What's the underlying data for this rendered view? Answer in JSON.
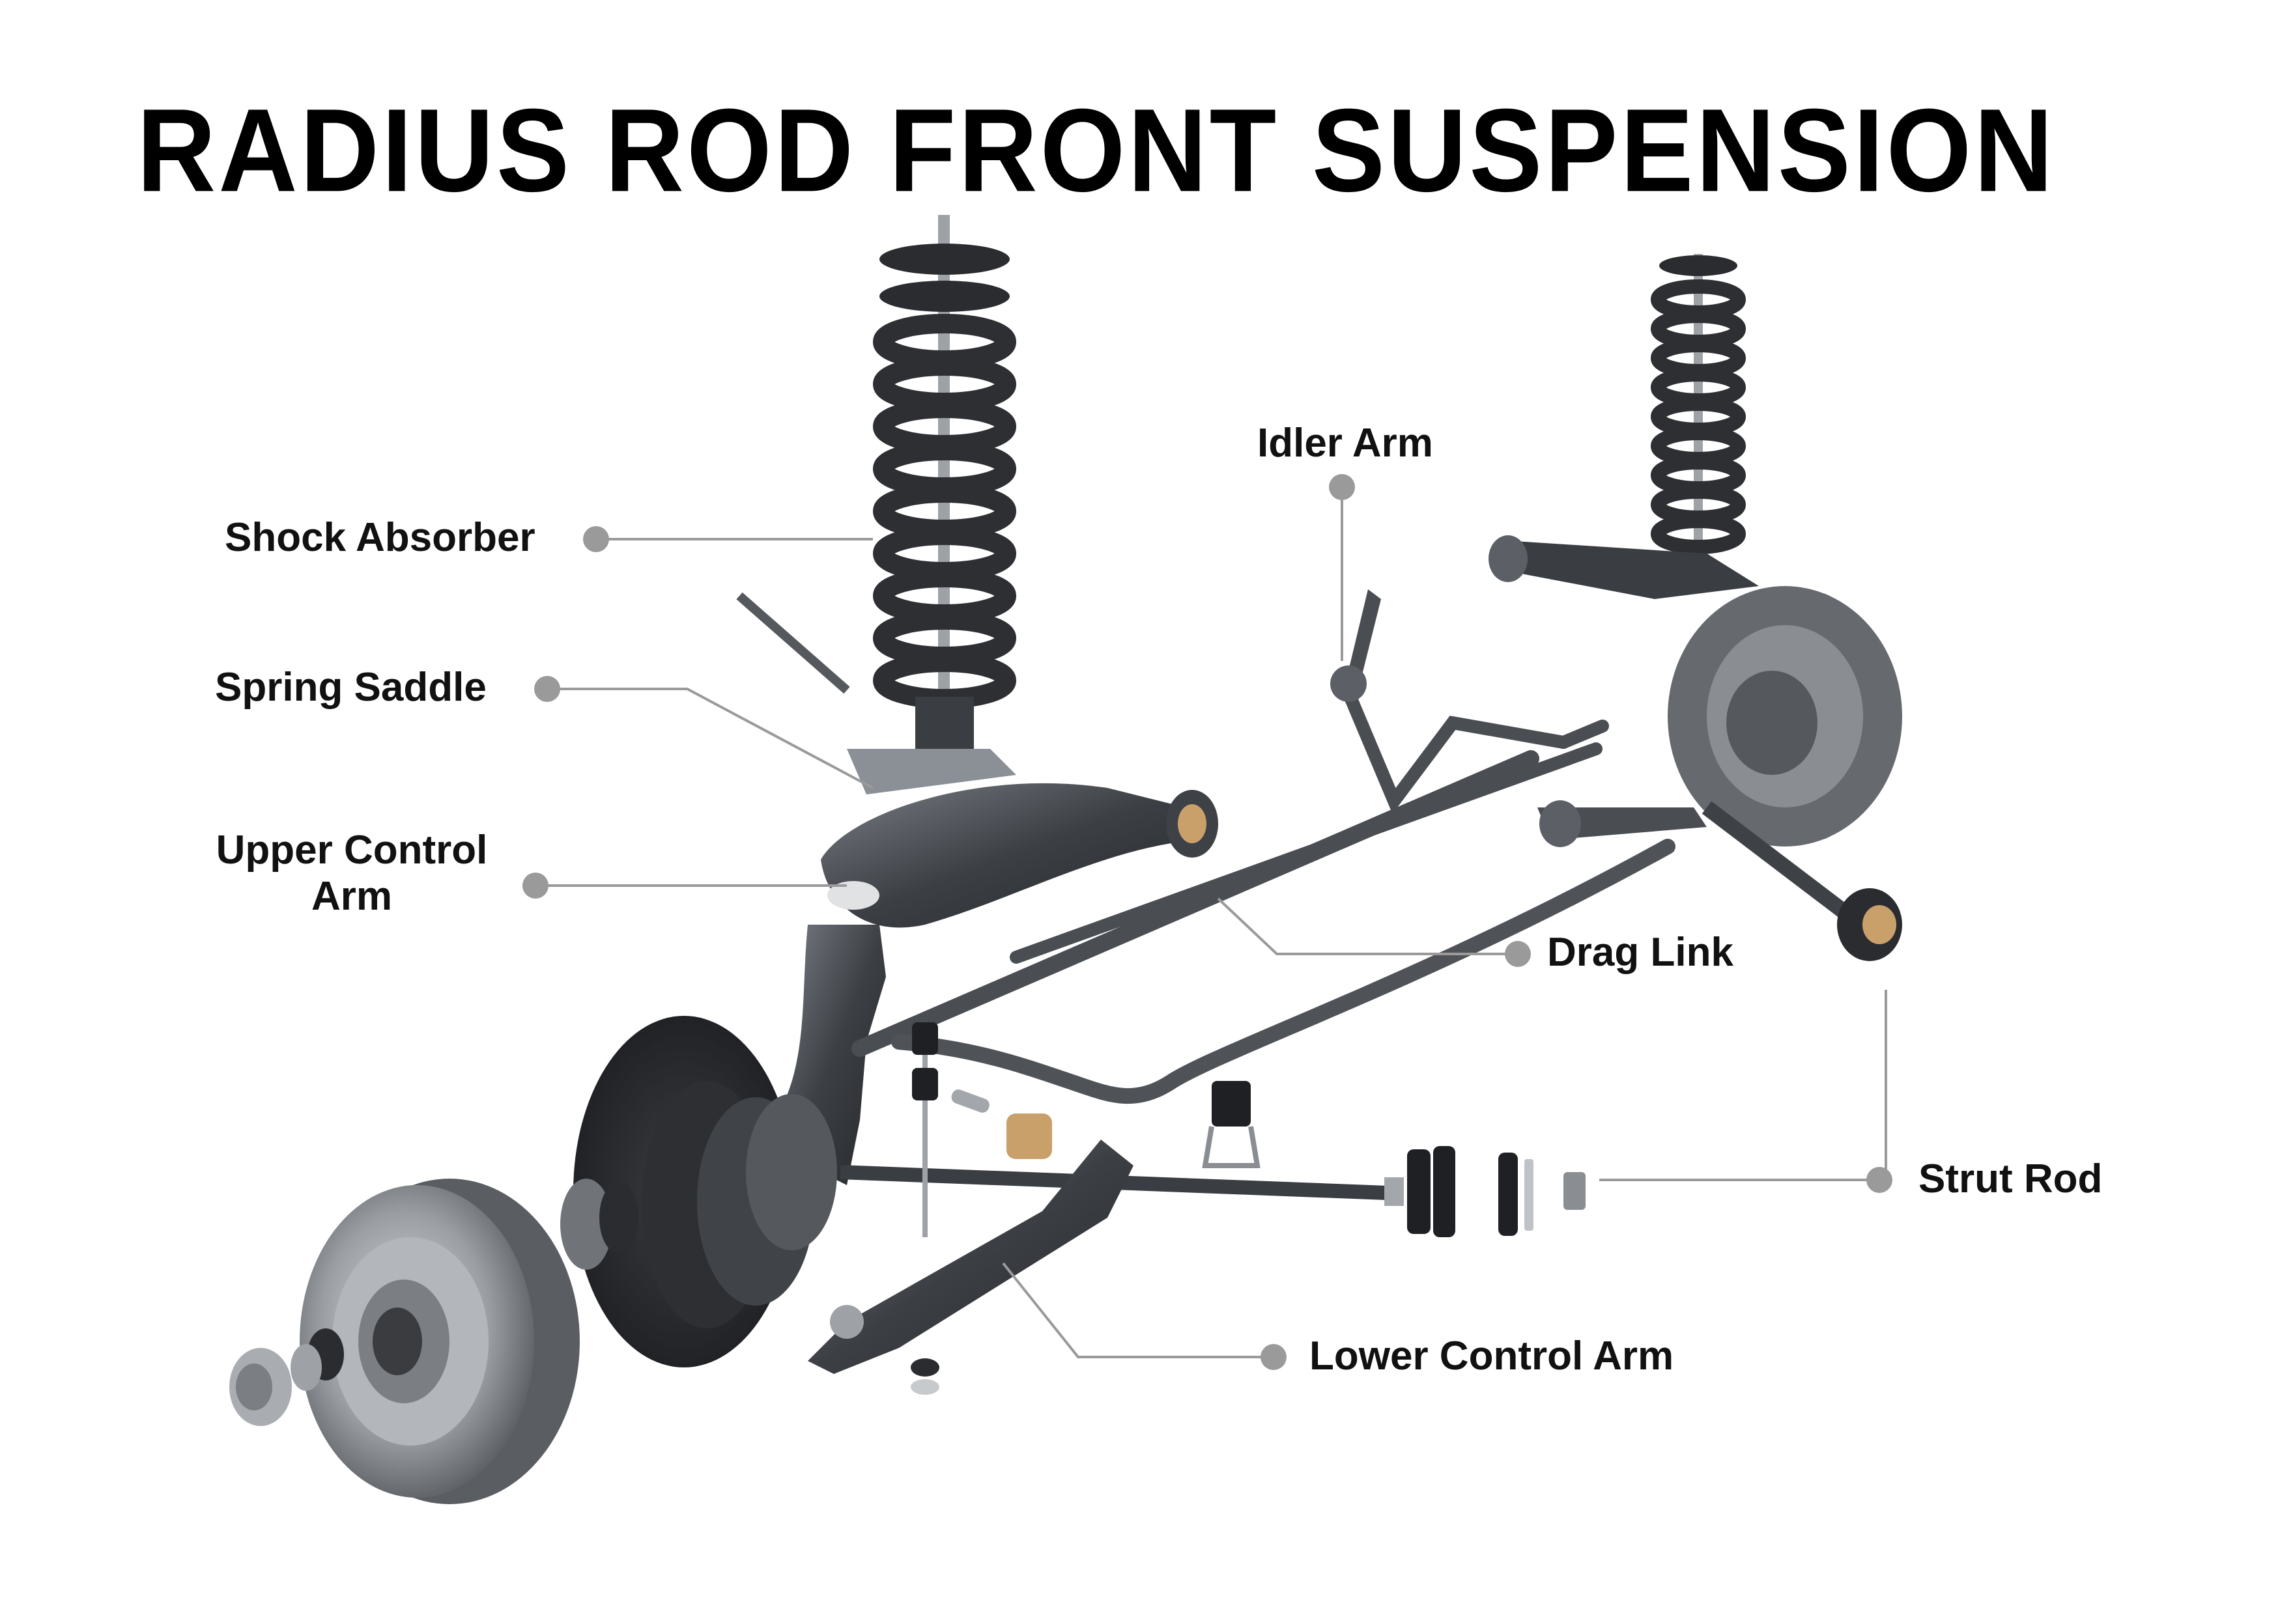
{
  "title": "RADIUS ROD FRONT SUSPENSION",
  "colors": {
    "background": "#ffffff",
    "title": "#000000",
    "label_text": "#111111",
    "leader_line": "#9a9a9a",
    "parts_dark": "#2f3134",
    "parts_mid": "#5c6066",
    "parts_light": "#a9adb2",
    "rotor": "#8e9398"
  },
  "labels": {
    "shock_absorber": "Shock Absorber",
    "spring_saddle": "Spring Saddle",
    "upper_control_arm_line1": "Upper Control",
    "upper_control_arm_line2": "Arm",
    "idler_arm": "Idler Arm",
    "drag_link": "Drag Link",
    "strut_rod": "Strut Rod",
    "lower_control_arm": "Lower Control Arm"
  }
}
